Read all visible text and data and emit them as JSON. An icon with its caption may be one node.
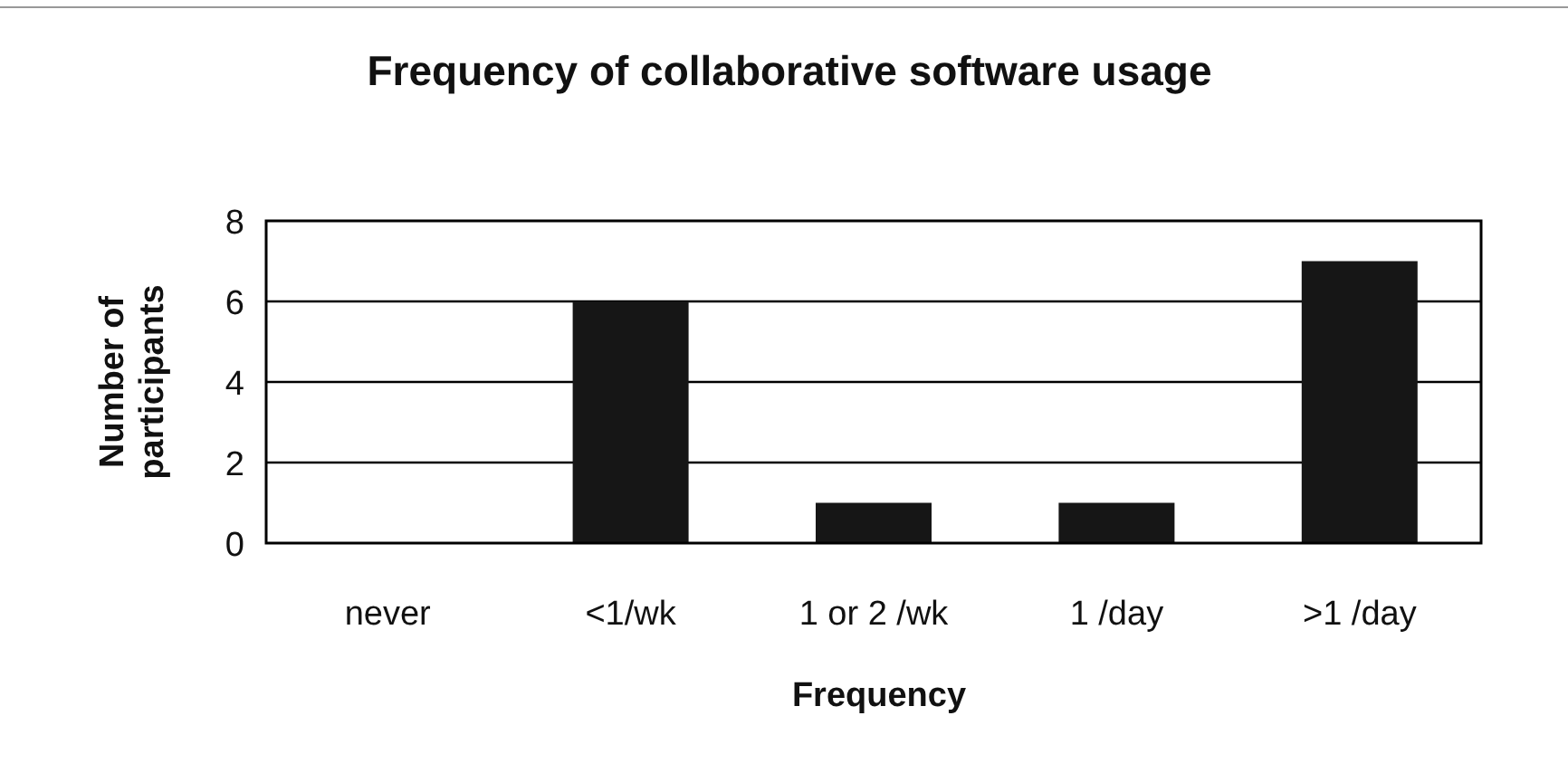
{
  "diagram": {
    "title": "Frequency of collaborative software usage",
    "chart_data": {
      "type": "bar",
      "xlabel": "Frequency",
      "ylabel": "Number of participants",
      "categories": [
        "never",
        "<1/wk",
        "1 or 2 /wk",
        "1 /day",
        ">1 /day"
      ],
      "values": [
        0,
        6,
        1,
        1,
        7
      ],
      "ylim": [
        0,
        8
      ],
      "yticks": [
        0,
        2,
        4,
        6,
        8
      ],
      "grid": true
    }
  }
}
